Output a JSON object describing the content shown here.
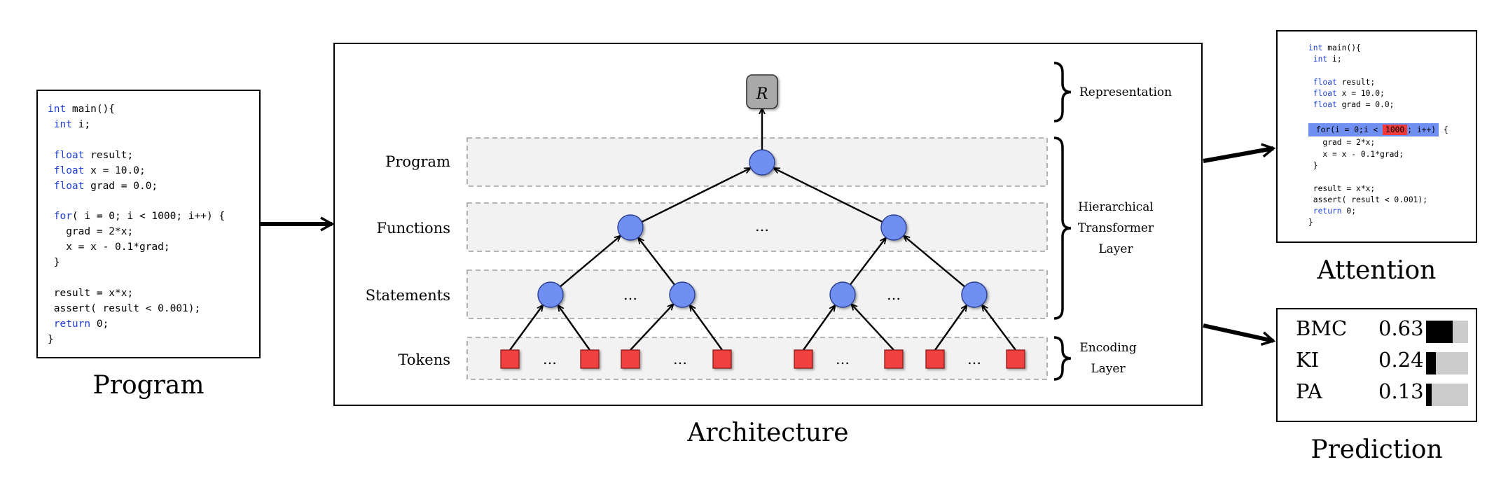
{
  "program": {
    "caption": "Program",
    "code_lines": [
      [
        {
          "t": "int",
          "k": 1
        },
        {
          "t": " main(){",
          "k": 0
        }
      ],
      [
        {
          "t": " int",
          "k": 1
        },
        {
          "t": " i;",
          "k": 0
        }
      ],
      [
        {
          "t": "",
          "k": 0
        }
      ],
      [
        {
          "t": " float",
          "k": 1
        },
        {
          "t": " result;",
          "k": 0
        }
      ],
      [
        {
          "t": " float",
          "k": 1
        },
        {
          "t": " x = 10.0;",
          "k": 0
        }
      ],
      [
        {
          "t": " float",
          "k": 1
        },
        {
          "t": " grad = 0.0;",
          "k": 0
        }
      ],
      [
        {
          "t": "",
          "k": 0
        }
      ],
      [
        {
          "t": " for",
          "k": 1
        },
        {
          "t": "( i = 0; i < 1000; i++) {",
          "k": 0
        }
      ],
      [
        {
          "t": "   grad = 2*x;",
          "k": 0
        }
      ],
      [
        {
          "t": "   x = x - 0.1*grad;",
          "k": 0
        }
      ],
      [
        {
          "t": " }",
          "k": 0
        }
      ],
      [
        {
          "t": "",
          "k": 0
        }
      ],
      [
        {
          "t": " result = x*x;",
          "k": 0
        }
      ],
      [
        {
          "t": " assert( result < 0.001);",
          "k": 0
        }
      ],
      [
        {
          "t": " return",
          "k": 1
        },
        {
          "t": " 0;",
          "k": 0
        }
      ],
      [
        {
          "t": "}",
          "k": 0
        }
      ]
    ]
  },
  "architecture": {
    "caption": "Architecture",
    "root_label": "R",
    "levels": [
      "Program",
      "Functions",
      "Statements",
      "Tokens"
    ],
    "ellipsis": "…",
    "braces": {
      "representation": "Representation",
      "hierarchical": [
        "Hierarchical",
        "Transformer",
        "Layer"
      ],
      "encoding": [
        "Encoding",
        "Layer"
      ]
    },
    "colors": {
      "node": "#6f8ff2",
      "token": "#f04040",
      "root": "#a9a9a9",
      "band": "#f2f2f2"
    }
  },
  "attention": {
    "caption": "Attention",
    "lines_before": [
      [
        {
          "t": "int",
          "k": 1
        },
        {
          "t": " main(){",
          "k": 0
        }
      ],
      [
        {
          "t": " int",
          "k": 1
        },
        {
          "t": " i;",
          "k": 0
        }
      ],
      [
        {
          "t": "",
          "k": 0
        }
      ],
      [
        {
          "t": " float",
          "k": 1
        },
        {
          "t": " result;",
          "k": 0
        }
      ],
      [
        {
          "t": " float",
          "k": 1
        },
        {
          "t": " x = 10.0;",
          "k": 0
        }
      ],
      [
        {
          "t": " float",
          "k": 1
        },
        {
          "t": " grad = 0.0;",
          "k": 0
        }
      ],
      [
        {
          "t": "",
          "k": 0
        }
      ]
    ],
    "for_parts": {
      "pre": " for(i = 0;i < ",
      "num": "1000",
      "post": "; i++)",
      "tail": " {"
    },
    "lines_after": [
      [
        {
          "t": "   grad = 2*x;",
          "k": 0
        }
      ],
      [
        {
          "t": "   x = x - 0.1*grad;",
          "k": 0
        }
      ],
      [
        {
          "t": " }",
          "k": 0
        }
      ],
      [
        {
          "t": "",
          "k": 0
        }
      ],
      [
        {
          "t": " result = x*x;",
          "k": 0
        }
      ],
      [
        {
          "t": " assert( result < 0.001);",
          "k": 0
        }
      ],
      [
        {
          "t": " return",
          "k": 1
        },
        {
          "t": " 0;",
          "k": 0
        }
      ],
      [
        {
          "t": "}",
          "k": 0
        }
      ]
    ]
  },
  "prediction": {
    "caption": "Prediction",
    "rows": [
      {
        "label": "BMC",
        "value": "0.63",
        "fraction": 0.63
      },
      {
        "label": "KI",
        "value": "0.24",
        "fraction": 0.24
      },
      {
        "label": "PA",
        "value": "0.13",
        "fraction": 0.13
      }
    ]
  }
}
